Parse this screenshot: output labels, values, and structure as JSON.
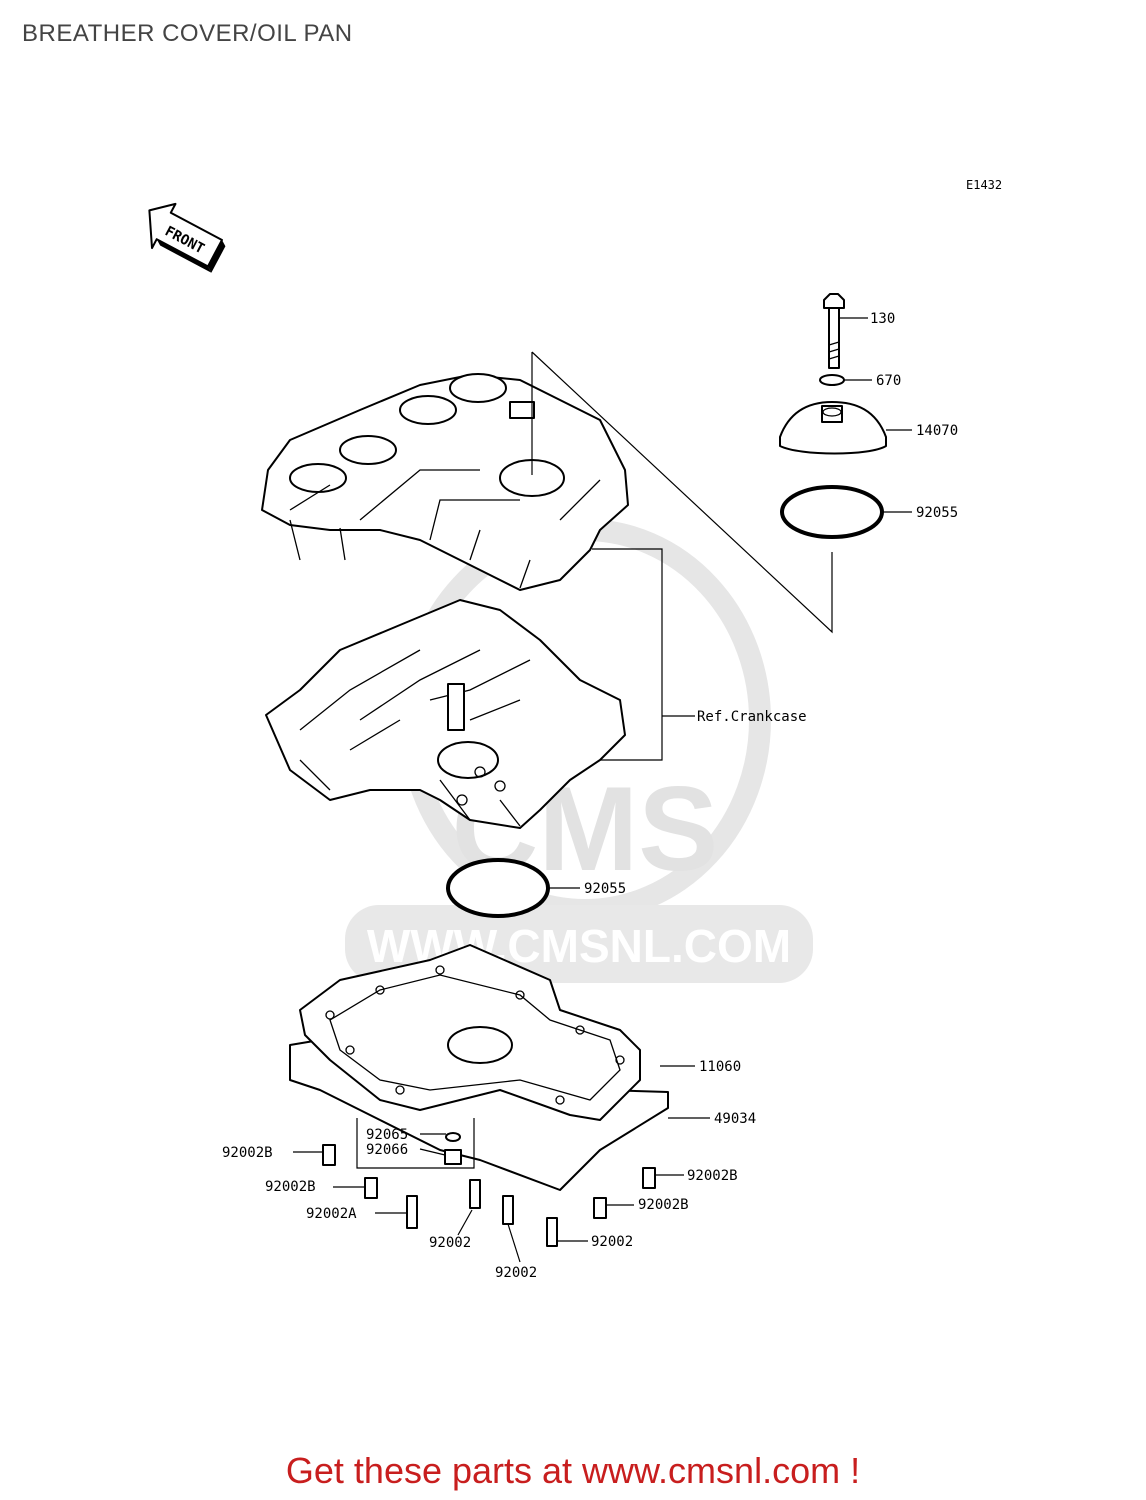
{
  "header": {
    "title": "BREATHER COVER/OIL PAN",
    "diagram_code": "E1432"
  },
  "front_arrow": {
    "label": "FRONT"
  },
  "watermark": {
    "brand": "CMS",
    "url": "WWW.CMSNL.COM"
  },
  "callouts": {
    "p130": "130",
    "p670": "670",
    "p14070": "14070",
    "p92055_top": "92055",
    "ref_crankcase": "Ref.Crankcase",
    "p92055_mid": "92055",
    "p11060": "11060",
    "p49034": "49034",
    "p92065": "92065",
    "p92066": "92066",
    "p92002b_1": "92002B",
    "p92002b_2": "92002B",
    "p92002a": "92002A",
    "p92002_1": "92002",
    "p92002_2": "92002",
    "p92002b_3": "92002B",
    "p92002b_4": "92002B",
    "p92002_3": "92002"
  },
  "footer": {
    "text": "Get these parts at www.cmsnl.com !"
  },
  "colors": {
    "footer": "#c81e1e",
    "title": "#444444",
    "watermark": "#e2e2e2"
  }
}
